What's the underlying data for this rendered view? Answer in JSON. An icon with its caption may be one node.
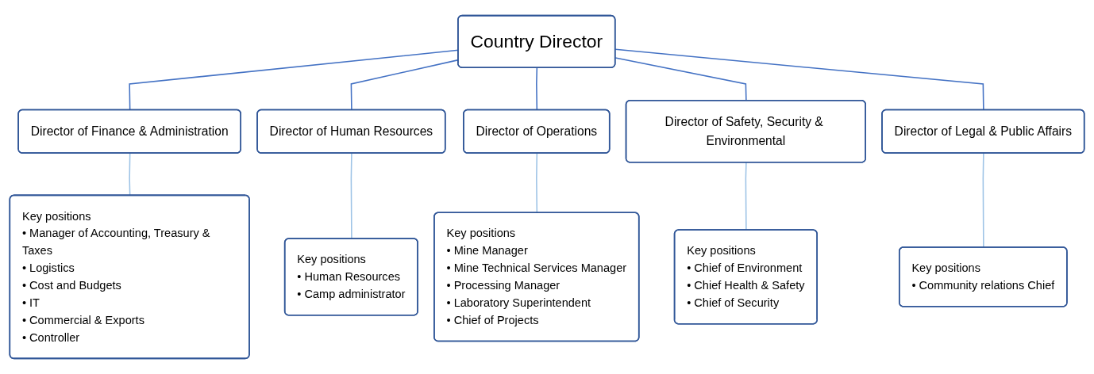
{
  "diagram": {
    "nodes": [
      {
        "text": [
          "Country Director"
        ]
      },
      {
        "text": [
          "Director of Finance & Administration"
        ]
      },
      {
        "text": [
          "Director of Human Resources"
        ]
      },
      {
        "text": [
          "Director of Operations"
        ]
      },
      {
        "text": [
          "Director of Safety, Security & Environmental"
        ]
      },
      {
        "text": [
          "Director of Legal & Public Affairs"
        ]
      },
      {
        "text": [
          "Key positions",
          "• Manager of Accounting, Treasury & Taxes",
          "• Logistics",
          "• Cost and Budgets",
          "• IT",
          "• Commercial & Exports",
          "• Controller"
        ]
      },
      {
        "text": [
          "Key positions",
          "• Human Resources",
          "• Camp administrator"
        ]
      },
      {
        "text": [
          "Key positions",
          "• Mine Manager",
          "• Mine Technical Services Manager",
          "• Processing Manager",
          "• Laboratory Superintendent",
          "• Chief of Projects"
        ]
      },
      {
        "text": [
          "Key positions",
          "• Chief of Environment",
          "• Chief Health & Safety",
          "• Chief of Security"
        ]
      },
      {
        "text": [
          "Key positions",
          "• Community relations Chief"
        ]
      }
    ],
    "edges": [
      {
        "from": 0,
        "to": 1,
        "arrow": "none"
      },
      {
        "from": 0,
        "to": 2,
        "arrow": "none"
      },
      {
        "from": 0,
        "to": 3,
        "arrow": "none"
      },
      {
        "from": 0,
        "to": 4,
        "arrow": "none"
      },
      {
        "from": 0,
        "to": 5,
        "arrow": "none"
      },
      {
        "from": 1,
        "to": 6,
        "arrow": "none",
        "color": "#9dc3e6"
      },
      {
        "from": 2,
        "to": 7,
        "arrow": "none",
        "color": "#9dc3e6"
      },
      {
        "from": 3,
        "to": 8,
        "arrow": "none",
        "color": "#9dc3e6"
      },
      {
        "from": 4,
        "to": 9,
        "arrow": "none",
        "color": "#9dc3e6"
      },
      {
        "from": 5,
        "to": 10,
        "arrow": "none",
        "color": "#9dc3e6"
      }
    ]
  }
}
